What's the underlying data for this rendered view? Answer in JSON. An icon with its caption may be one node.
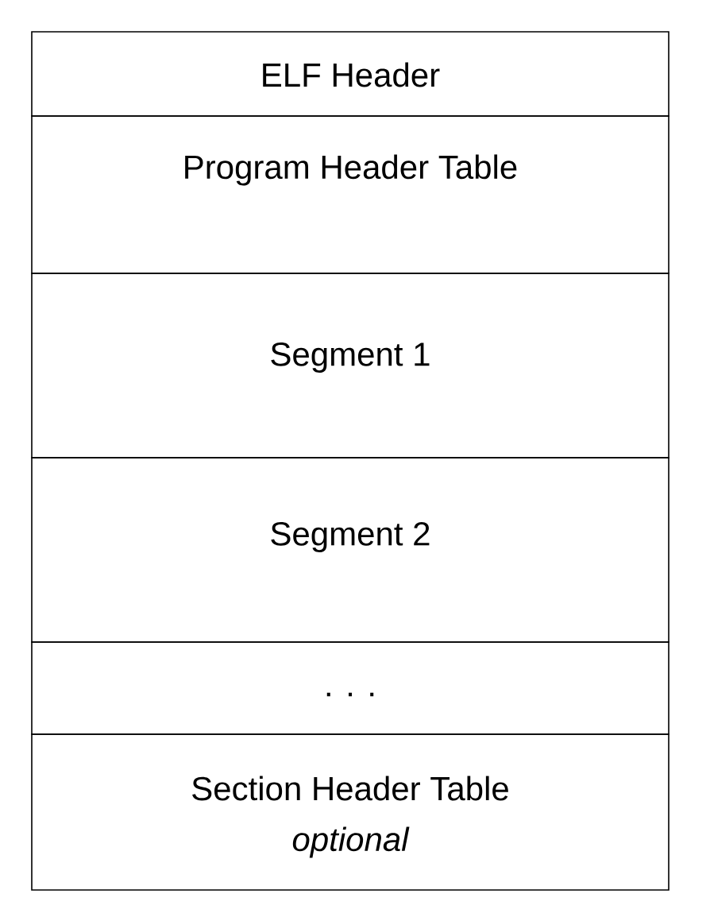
{
  "diagram": {
    "nodes": [
      {
        "text": [
          "ELF Header"
        ]
      },
      {
        "text": [
          "Program Header Table"
        ]
      },
      {
        "text": [
          "Segment 1"
        ]
      },
      {
        "text": [
          "Segment 2"
        ]
      },
      {
        "text": [
          ". . ."
        ]
      },
      {
        "text": [
          "Section Header Table",
          "optional"
        ]
      }
    ]
  }
}
